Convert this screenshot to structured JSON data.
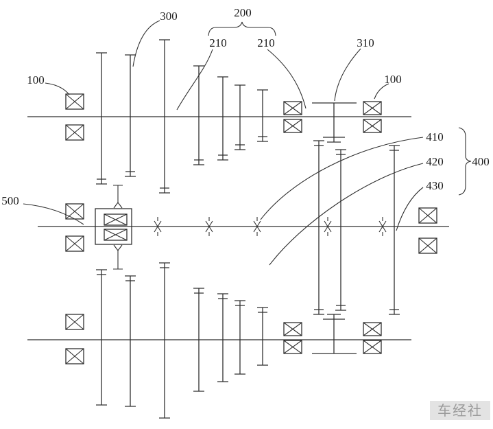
{
  "diagram": {
    "type": "patent-transmission-schematic",
    "watermark": "车经社",
    "colors": {
      "line": "#2f2f2f",
      "label": "#1d1d1d",
      "background": "#ffffff",
      "watermark_bg": "#e3e3e3",
      "watermark_text": "#9a9a9a"
    },
    "labels": {
      "ref_100_left": "100",
      "ref_100_right": "100",
      "ref_200": "200",
      "ref_210_left": "210",
      "ref_210_right": "210",
      "ref_300": "300",
      "ref_310": "310",
      "ref_400": "400",
      "ref_410": "410",
      "ref_420": "420",
      "ref_430": "430",
      "ref_500": "500"
    },
    "components": {
      "shafts": [
        "top-shaft",
        "middle-shaft",
        "bottom-shaft"
      ],
      "bearing_count": 16,
      "gear_column_count": 7,
      "synchronizer_count": 5
    }
  }
}
